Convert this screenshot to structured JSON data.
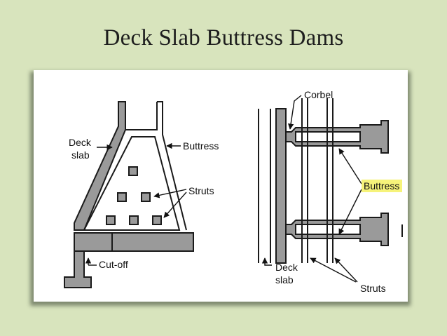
{
  "slide": {
    "title": "Deck Slab Buttress Dams"
  },
  "left_figure": {
    "labels": {
      "deck": "Deck",
      "slab": "slab",
      "buttress": "Buttress",
      "struts": "Struts",
      "cutoff": "Cut-off"
    }
  },
  "right_figure": {
    "labels": {
      "corbel": "Corbel",
      "buttress": "Buttress",
      "deck": "Deck",
      "slab": "slab",
      "struts": "Struts"
    },
    "highlight_color": "#f6f37a"
  },
  "colors": {
    "background": "#d8e4bd",
    "panel": "#ffffff",
    "concrete_fill": "#9a9a9a",
    "line": "#1a1a1a"
  }
}
